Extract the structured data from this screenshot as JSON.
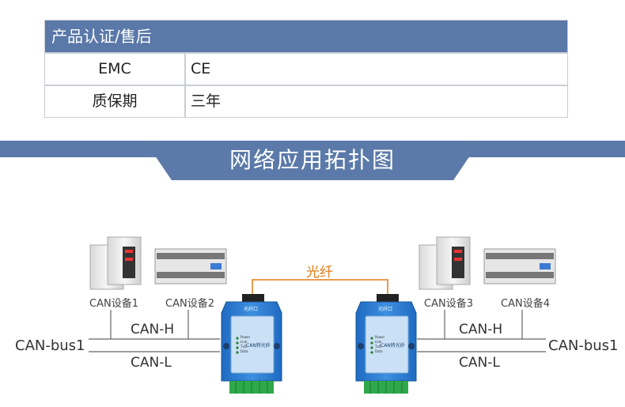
{
  "spec_table": {
    "header": "产品认证/售后",
    "rows": [
      {
        "key": "EMC",
        "value": "CE"
      },
      {
        "key": "质保期",
        "value": "三年"
      }
    ]
  },
  "section_title": "网络应用拓扑图",
  "topology": {
    "fiber_label": "光纤",
    "left": {
      "bus_label": "CAN-bus1",
      "can_h": "CAN-H",
      "can_l": "CAN-L",
      "devices": [
        "CAN设备1",
        "CAN设备2"
      ]
    },
    "right": {
      "bus_label": "CAN-bus1",
      "can_h": "CAN-H",
      "can_l": "CAN-L",
      "devices": [
        "CAN设备3",
        "CAN设备4"
      ]
    },
    "converter": {
      "port_label": "光纤口",
      "model_label": "CAN转光纤",
      "leds": [
        "Power",
        "Link",
        "TxD",
        "Data"
      ]
    }
  },
  "colors": {
    "header_blue": "#5a78a8",
    "banner_blue": "#5b7aa9",
    "fiber_orange": "#e07b15",
    "converter_blue": "#2f7fd0"
  }
}
